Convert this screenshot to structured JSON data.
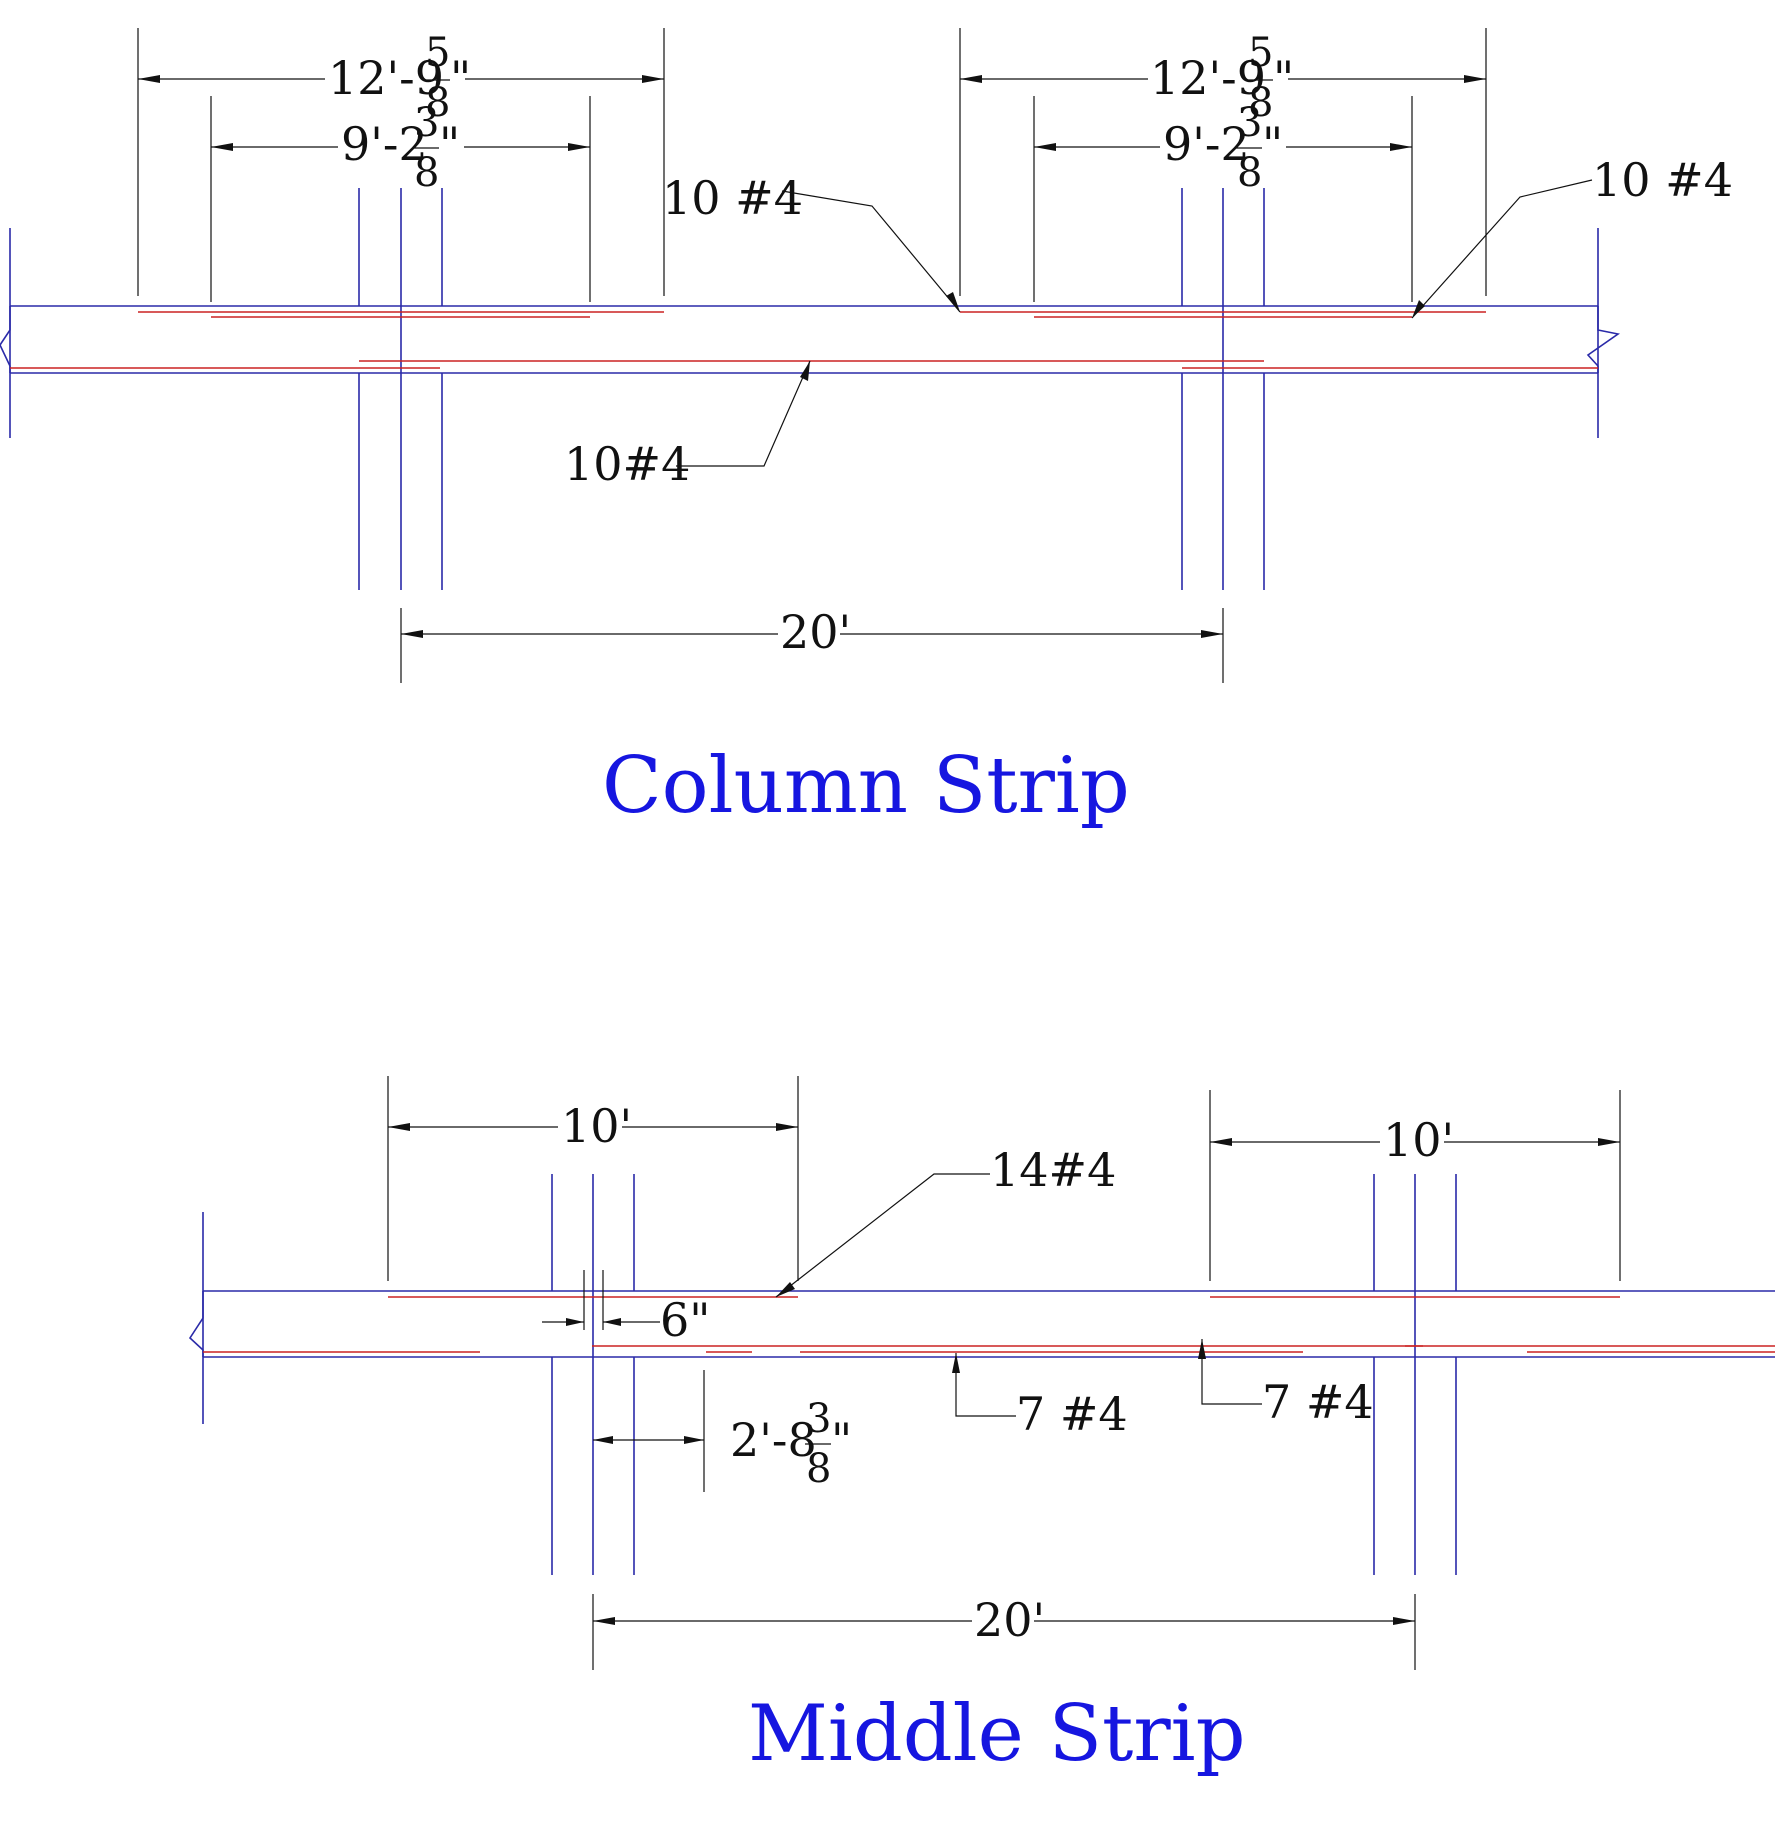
{
  "colors": {
    "concrete": "#2a2aa8",
    "rebar": "#cc2222",
    "dimension": "#111111",
    "title": "#1616e0"
  },
  "column_strip": {
    "title": "Column Strip",
    "dim_top_left": {
      "whole": "12'-9",
      "num": "5",
      "den": "8",
      "unit": "\""
    },
    "dim_inner_left": {
      "whole": "9'-2",
      "num": "3",
      "den": "8",
      "unit": "\""
    },
    "dim_top_right": {
      "whole": "12'-9",
      "num": "5",
      "den": "8",
      "unit": "\""
    },
    "dim_inner_right": {
      "whole": "9'-2",
      "num": "3",
      "den": "8",
      "unit": "\""
    },
    "label_top_mid": "10 #4",
    "label_top_right": "10 #4",
    "label_bottom": "10#4",
    "span": "20'"
  },
  "middle_strip": {
    "title": "Middle Strip",
    "dim_left": "10'",
    "dim_right": "10'",
    "label_top": "14#4",
    "dim_small": "6\"",
    "dim_ext": {
      "whole": "2'-8",
      "num": "3",
      "den": "8",
      "unit": "\""
    },
    "label_bottom_left": "7 #4",
    "label_bottom_right": "7 #4",
    "span": "20'"
  }
}
